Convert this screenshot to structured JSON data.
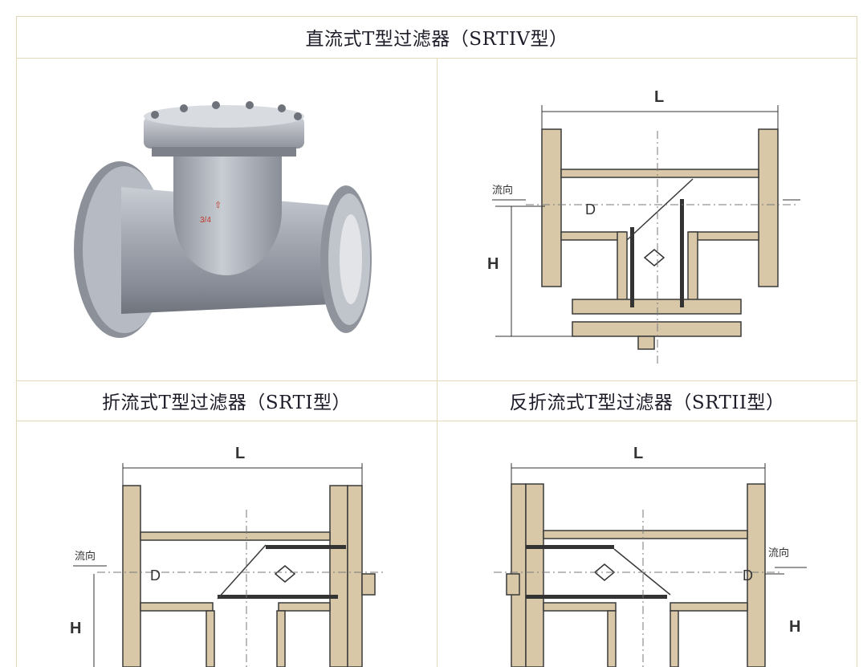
{
  "table": {
    "title_top": "直流式T型过滤器（SRTIV型）",
    "title_left": "折流式T型过滤器（SRTI型）",
    "title_right": "反折流式T型过滤器（SRTII型）"
  },
  "drawings": {
    "dim_length": "L",
    "dim_height": "H",
    "dim_diameter": "D",
    "flow_label": "流向"
  }
}
